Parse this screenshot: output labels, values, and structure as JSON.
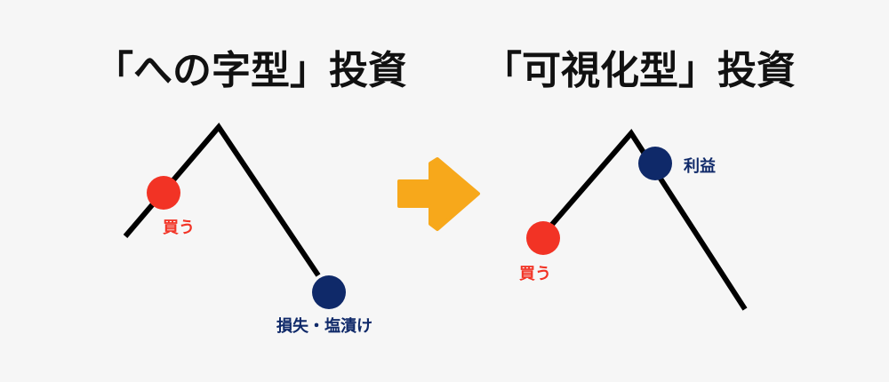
{
  "colors": {
    "background": "#f6f6f6",
    "line": "#000000",
    "buy_dot": "#f23325",
    "sell_dot": "#0f2969",
    "buy_text": "#f23325",
    "sell_text": "#0f2969",
    "arrow": "#f7a81b"
  },
  "left_panel": {
    "title": "「への字型」投資",
    "buy_label": "買う",
    "sell_label": "損失・塩漬け"
  },
  "right_panel": {
    "title": "「可視化型」投資",
    "buy_label": "買う",
    "sell_label": "利益"
  },
  "transition_icon": "arrow-right-icon"
}
